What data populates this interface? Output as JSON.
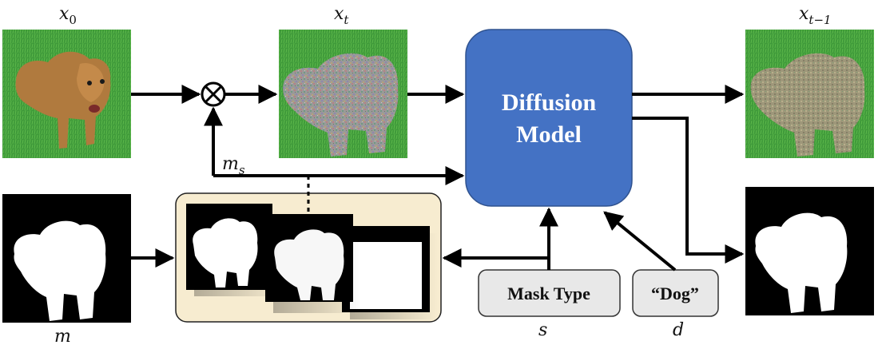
{
  "labels": {
    "x0": "x",
    "x0_sub": "0",
    "xt": "x",
    "xt_sub": "t",
    "xt1": "x",
    "xt1_sub": "t−1",
    "ms": "m",
    "ms_sub": "s",
    "m": "m",
    "s": "s",
    "d": "d"
  },
  "diffusion_model": {
    "line1": "Diffusion",
    "line2": "Model"
  },
  "inputs": {
    "mask_type": "Mask Type",
    "prompt": "“Dog”"
  },
  "operator": "⊗",
  "colors": {
    "model_fill": "#4472c4",
    "model_stroke": "#2f528f",
    "panel_fill": "#f7ecd0",
    "input_fill": "#e8e8e8",
    "grass": "#3f9a3a",
    "arrow": "#000000"
  }
}
